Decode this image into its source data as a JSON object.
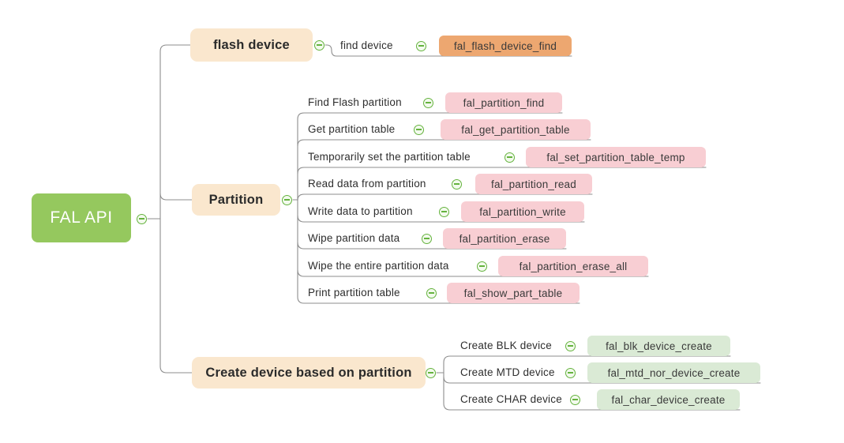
{
  "diagram": {
    "root": {
      "label": "FAL API"
    },
    "branches": [
      {
        "label": "flash device",
        "children": [
          {
            "label": "find device",
            "func": "fal_flash_device_find",
            "style": "orange"
          }
        ]
      },
      {
        "label": "Partition",
        "children": [
          {
            "label": "Find Flash partition",
            "func": "fal_partition_find",
            "style": "pink"
          },
          {
            "label": "Get partition table",
            "func": "fal_get_partition_table",
            "style": "pink"
          },
          {
            "label": "Temporarily set the partition table",
            "func": "fal_set_partition_table_temp",
            "style": "pink"
          },
          {
            "label": "Read data from partition",
            "func": "fal_partition_read",
            "style": "pink"
          },
          {
            "label": "Write data to partition",
            "func": "fal_partition_write",
            "style": "pink"
          },
          {
            "label": "Wipe partition data",
            "func": "fal_partition_erase",
            "style": "pink"
          },
          {
            "label": "Wipe the entire partition data",
            "func": "fal_partition_erase_all",
            "style": "pink"
          },
          {
            "label": "Print partition table",
            "func": "fal_show_part_table",
            "style": "pink"
          }
        ]
      },
      {
        "label": "Create device based on partition",
        "children": [
          {
            "label": "Create BLK device",
            "func": "fal_blk_device_create",
            "style": "green"
          },
          {
            "label": "Create MTD device",
            "func": "fal_mtd_nor_device_create",
            "style": "green"
          },
          {
            "label": "Create CHAR device",
            "func": "fal_char_device_create",
            "style": "green"
          }
        ]
      }
    ],
    "colors": {
      "root_bg": "#95C85E",
      "root_text": "#FFFFFF",
      "branch_bg": "#FAE7CE",
      "orange": "#EDA770",
      "pink": "#F8CED3",
      "green": "#DAEAD5",
      "connector": "#8E8E8E",
      "collapse_stroke": "#65B33E",
      "collapse_fill": "#F3FAEE"
    },
    "icons": {
      "collapse": "minus-circle-icon"
    }
  }
}
